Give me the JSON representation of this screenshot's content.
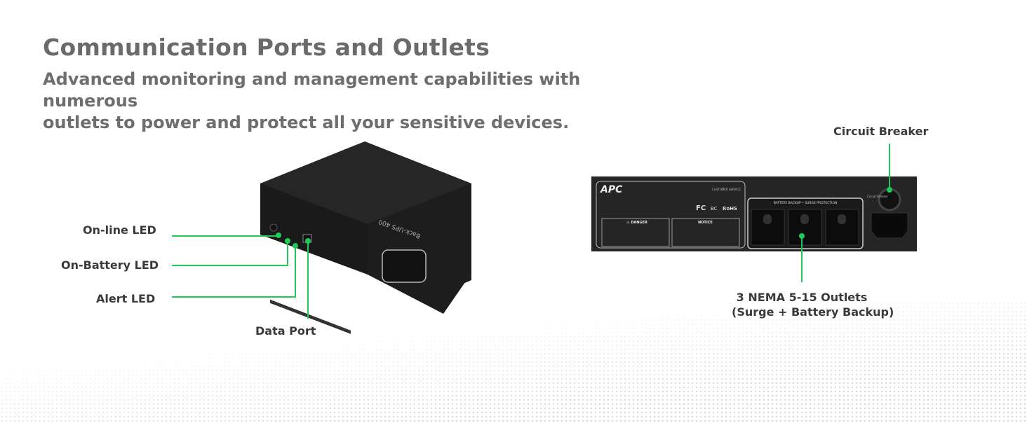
{
  "header": {
    "title": "Communication Ports and Outlets",
    "subtitle_line1": "Advanced monitoring and management capabilities with numerous",
    "subtitle_line2": "outlets to power and protect all your sensitive devices."
  },
  "front_callouts": {
    "online_led": "On-line LED",
    "on_battery_led": "On-Battery LED",
    "alert_led": "Alert LED",
    "data_port": "Data Port"
  },
  "rear_callouts": {
    "circuit_breaker": "Circuit Breaker",
    "outlets_line1": "3 NEMA 5-15 Outlets",
    "outlets_line2": "(Surge + Battery Backup)"
  },
  "device": {
    "model_label": "Back-UPS 400",
    "logo": "APC",
    "outlet_band": "BATTERY BACKUP • SURGE PROTECTION",
    "danger": "⚠ DANGER",
    "notice": "NOTICE",
    "customer_service": "CUSTOMER SERVICE",
    "breaker_label": "Circuit Breaker",
    "cert_fc": "FC",
    "cert_bc": "BC",
    "cert_rohs": "RoHS"
  },
  "colors": {
    "accent": "#1fc95a",
    "title": "#6a6a6a",
    "device": "#1e1e1e"
  }
}
